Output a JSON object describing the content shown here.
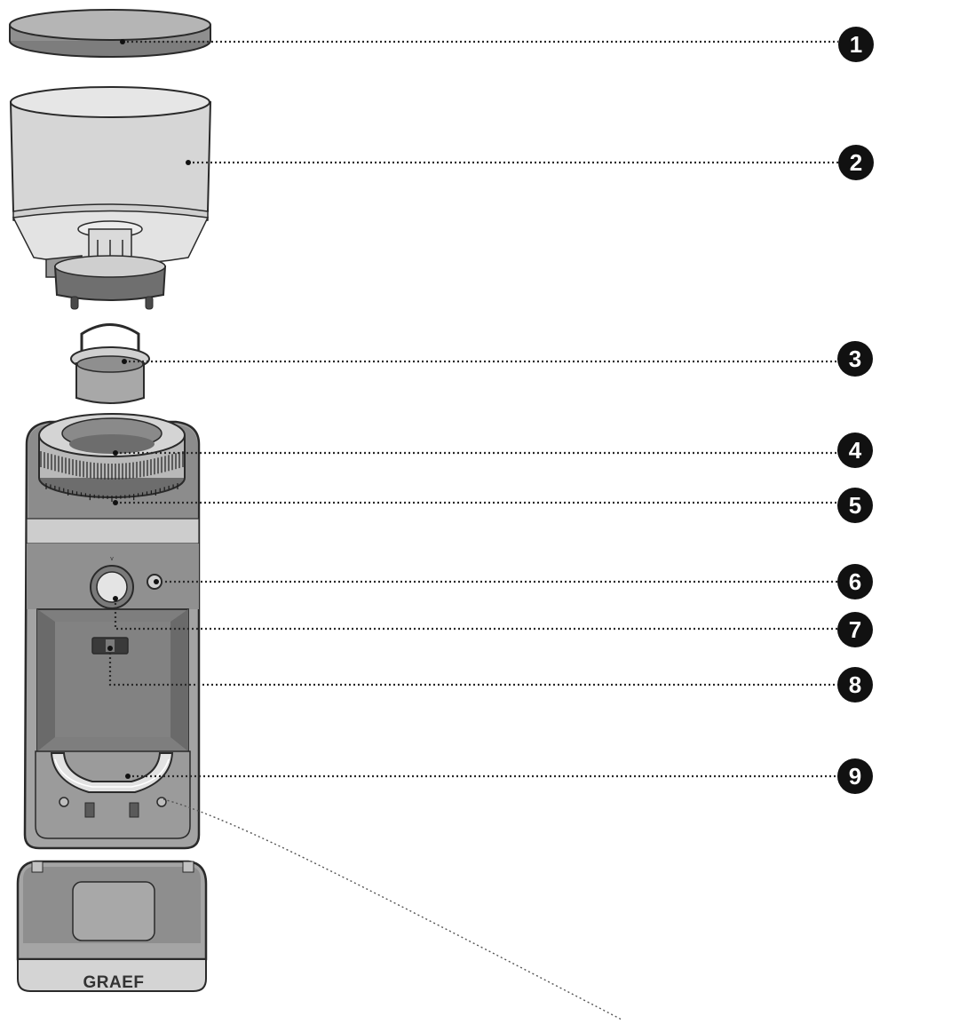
{
  "diagram": {
    "brand_label": "GRAEF",
    "callouts": [
      {
        "id": "lid",
        "number": "1"
      },
      {
        "id": "bean-hopper",
        "number": "2"
      },
      {
        "id": "hopper-insert",
        "number": "3"
      },
      {
        "id": "grind-adjust-ring",
        "number": "4"
      },
      {
        "id": "grind-scale",
        "number": "5"
      },
      {
        "id": "indicator-light",
        "number": "6"
      },
      {
        "id": "control-knob",
        "number": "7"
      },
      {
        "id": "portafilter-switch",
        "number": "8"
      },
      {
        "id": "portafilter-holder",
        "number": "9"
      }
    ],
    "colors": {
      "outline": "#2a2a2a",
      "body_dark": "#8a8a8a",
      "body_mid": "#a9a9a9",
      "body_light": "#c8c8c8",
      "marker_fill": "#111111"
    }
  }
}
